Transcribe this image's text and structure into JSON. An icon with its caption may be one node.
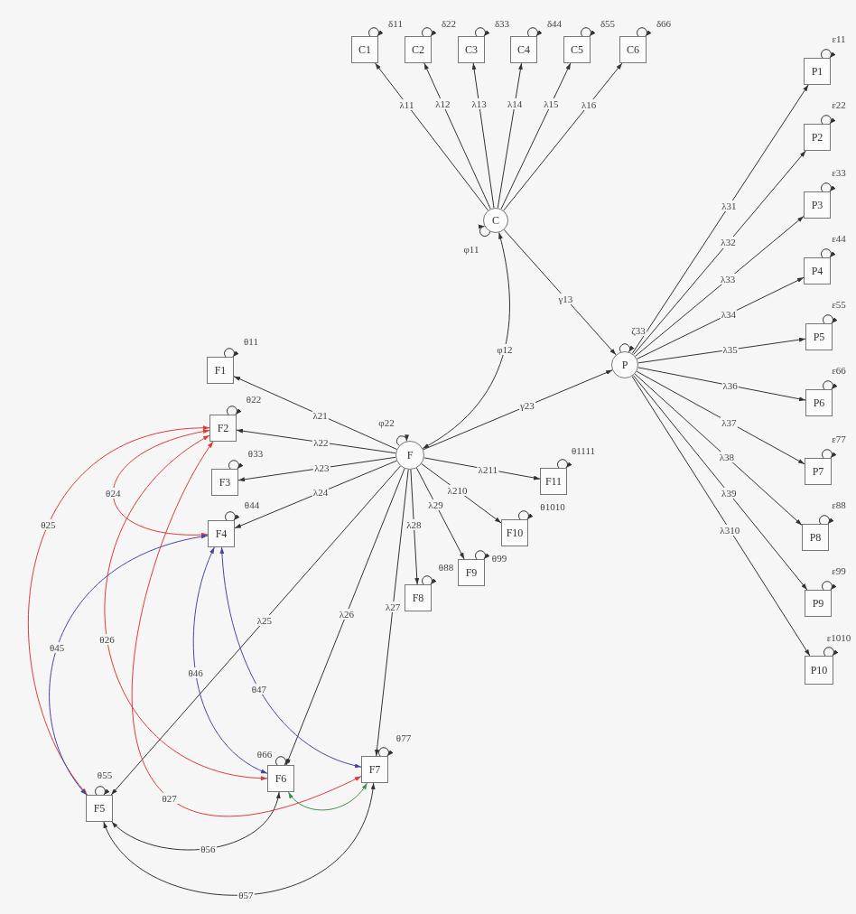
{
  "diagram": {
    "nodes": [
      {
        "text": [
          "C1"
        ]
      },
      {
        "text": [
          "C2"
        ]
      },
      {
        "text": [
          "C3"
        ]
      },
      {
        "text": [
          "C4"
        ]
      },
      {
        "text": [
          "C5"
        ]
      },
      {
        "text": [
          "C6"
        ]
      },
      {
        "text": [
          "C"
        ]
      },
      {
        "text": [
          "P1"
        ]
      },
      {
        "text": [
          "P2"
        ]
      },
      {
        "text": [
          "P3"
        ]
      },
      {
        "text": [
          "P4"
        ]
      },
      {
        "text": [
          "P5"
        ]
      },
      {
        "text": [
          "P6"
        ]
      },
      {
        "text": [
          "P7"
        ]
      },
      {
        "text": [
          "P8"
        ]
      },
      {
        "text": [
          "P9"
        ]
      },
      {
        "text": [
          "P10"
        ]
      },
      {
        "text": [
          "P"
        ]
      },
      {
        "text": [
          "F1"
        ]
      },
      {
        "text": [
          "F2"
        ]
      },
      {
        "text": [
          "F3"
        ]
      },
      {
        "text": [
          "F4"
        ]
      },
      {
        "text": [
          "F5"
        ]
      },
      {
        "text": [
          "F6"
        ]
      },
      {
        "text": [
          "F7"
        ]
      },
      {
        "text": [
          "F8"
        ]
      },
      {
        "text": [
          "F9"
        ]
      },
      {
        "text": [
          "F10"
        ]
      },
      {
        "text": [
          "F11"
        ]
      },
      {
        "text": [
          "F"
        ]
      }
    ],
    "edges": [
      {
        "from": 6,
        "to": 0,
        "arrow": "to",
        "label": "λ11"
      },
      {
        "from": 6,
        "to": 1,
        "arrow": "to",
        "label": "λ12"
      },
      {
        "from": 6,
        "to": 2,
        "arrow": "to",
        "label": "λ13"
      },
      {
        "from": 6,
        "to": 3,
        "arrow": "to",
        "label": "λ14"
      },
      {
        "from": 6,
        "to": 4,
        "arrow": "to",
        "label": "λ15"
      },
      {
        "from": 6,
        "to": 5,
        "arrow": "to",
        "label": "λ16"
      },
      {
        "from": 6,
        "to": 17,
        "arrow": "to",
        "label": "γ13"
      },
      {
        "from": 17,
        "to": 7,
        "arrow": "to",
        "label": "λ31"
      },
      {
        "from": 17,
        "to": 8,
        "arrow": "to",
        "label": "λ32"
      },
      {
        "from": 17,
        "to": 9,
        "arrow": "to",
        "label": "λ33"
      },
      {
        "from": 17,
        "to": 10,
        "arrow": "to",
        "label": "λ34"
      },
      {
        "from": 17,
        "to": 11,
        "arrow": "to",
        "label": "λ35"
      },
      {
        "from": 17,
        "to": 12,
        "arrow": "to",
        "label": "λ36"
      },
      {
        "from": 17,
        "to": 13,
        "arrow": "to",
        "label": "λ37"
      },
      {
        "from": 17,
        "to": 14,
        "arrow": "to",
        "label": "λ38"
      },
      {
        "from": 17,
        "to": 15,
        "arrow": "to",
        "label": "λ39"
      },
      {
        "from": 17,
        "to": 16,
        "arrow": "to",
        "label": "λ310"
      },
      {
        "from": 29,
        "to": 18,
        "arrow": "to",
        "label": "λ21"
      },
      {
        "from": 29,
        "to": 19,
        "arrow": "to",
        "label": "λ22"
      },
      {
        "from": 29,
        "to": 20,
        "arrow": "to",
        "label": "λ23"
      },
      {
        "from": 29,
        "to": 21,
        "arrow": "to",
        "label": "λ24"
      },
      {
        "from": 29,
        "to": 22,
        "arrow": "to",
        "label": "λ25"
      },
      {
        "from": 29,
        "to": 23,
        "arrow": "to",
        "label": "λ26"
      },
      {
        "from": 29,
        "to": 24,
        "arrow": "to",
        "label": "λ27"
      },
      {
        "from": 29,
        "to": 25,
        "arrow": "to",
        "label": "λ28"
      },
      {
        "from": 29,
        "to": 26,
        "arrow": "to",
        "label": "λ29"
      },
      {
        "from": 29,
        "to": 27,
        "arrow": "to",
        "label": "λ210"
      },
      {
        "from": 29,
        "to": 28,
        "arrow": "to",
        "label": "λ211"
      },
      {
        "from": 29,
        "to": 17,
        "arrow": "to",
        "label": "γ23"
      },
      {
        "from": 6,
        "to": 29,
        "arrow": "both",
        "label": "φ12"
      },
      {
        "from": 19,
        "to": 21,
        "arrow": "both",
        "label": "θ24",
        "color": "#e03a3a"
      },
      {
        "from": 19,
        "to": 22,
        "arrow": "both",
        "label": "θ25",
        "color": "#e03a3a"
      },
      {
        "from": 19,
        "to": 23,
        "arrow": "both",
        "label": "θ26",
        "color": "#e03a3a"
      },
      {
        "from": 19,
        "to": 24,
        "arrow": "both",
        "label": "θ27",
        "color": "#e03a3a"
      },
      {
        "from": 21,
        "to": 22,
        "arrow": "both",
        "label": "θ45",
        "color": "#4646a6"
      },
      {
        "from": 21,
        "to": 23,
        "arrow": "both",
        "label": "θ46",
        "color": "#4646a6"
      },
      {
        "from": 21,
        "to": 24,
        "arrow": "both",
        "label": "θ47",
        "color": "#4646a6"
      },
      {
        "from": 22,
        "to": 23,
        "arrow": "both",
        "label": "θ56"
      },
      {
        "from": 22,
        "to": 24,
        "arrow": "both",
        "label": "θ57"
      },
      {
        "from": 23,
        "to": 24,
        "arrow": "both",
        "color": "#3f8f4a"
      },
      {
        "from": 0,
        "to": 0,
        "arrow": "to",
        "label": "δ11"
      },
      {
        "from": 1,
        "to": 1,
        "arrow": "to",
        "label": "δ22"
      },
      {
        "from": 2,
        "to": 2,
        "arrow": "to",
        "label": "δ33"
      },
      {
        "from": 3,
        "to": 3,
        "arrow": "to",
        "label": "δ44"
      },
      {
        "from": 4,
        "to": 4,
        "arrow": "to",
        "label": "δ55"
      },
      {
        "from": 5,
        "to": 5,
        "arrow": "to",
        "label": "δ66"
      },
      {
        "from": 6,
        "to": 6,
        "arrow": "to",
        "label": "φ11"
      },
      {
        "from": 7,
        "to": 7,
        "arrow": "to",
        "label": "ε11"
      },
      {
        "from": 8,
        "to": 8,
        "arrow": "to",
        "label": "ε22"
      },
      {
        "from": 9,
        "to": 9,
        "arrow": "to",
        "label": "ε33"
      },
      {
        "from": 10,
        "to": 10,
        "arrow": "to",
        "label": "ε44"
      },
      {
        "from": 11,
        "to": 11,
        "arrow": "to",
        "label": "ε55"
      },
      {
        "from": 12,
        "to": 12,
        "arrow": "to",
        "label": "ε66"
      },
      {
        "from": 13,
        "to": 13,
        "arrow": "to",
        "label": "ε77"
      },
      {
        "from": 14,
        "to": 14,
        "arrow": "to",
        "label": "ε88"
      },
      {
        "from": 15,
        "to": 15,
        "arrow": "to",
        "label": "ε99"
      },
      {
        "from": 16,
        "to": 16,
        "arrow": "to",
        "label": "ε1010"
      },
      {
        "from": 17,
        "to": 17,
        "arrow": "to",
        "label": "ζ33"
      },
      {
        "from": 18,
        "to": 18,
        "arrow": "to",
        "label": "θ11"
      },
      {
        "from": 19,
        "to": 19,
        "arrow": "to",
        "label": "θ22"
      },
      {
        "from": 20,
        "to": 20,
        "arrow": "to",
        "label": "θ33"
      },
      {
        "from": 21,
        "to": 21,
        "arrow": "to",
        "label": "θ44"
      },
      {
        "from": 22,
        "to": 22,
        "arrow": "to",
        "label": "θ55"
      },
      {
        "from": 23,
        "to": 23,
        "arrow": "to",
        "label": "θ66"
      },
      {
        "from": 24,
        "to": 24,
        "arrow": "to",
        "label": "θ77"
      },
      {
        "from": 25,
        "to": 25,
        "arrow": "to",
        "label": "θ88"
      },
      {
        "from": 26,
        "to": 26,
        "arrow": "to",
        "label": "θ99"
      },
      {
        "from": 27,
        "to": 27,
        "arrow": "to",
        "label": "θ1010"
      },
      {
        "from": 28,
        "to": 28,
        "arrow": "to",
        "label": "θ1111"
      },
      {
        "from": 29,
        "to": 29,
        "arrow": "to",
        "label": "φ22"
      }
    ]
  }
}
